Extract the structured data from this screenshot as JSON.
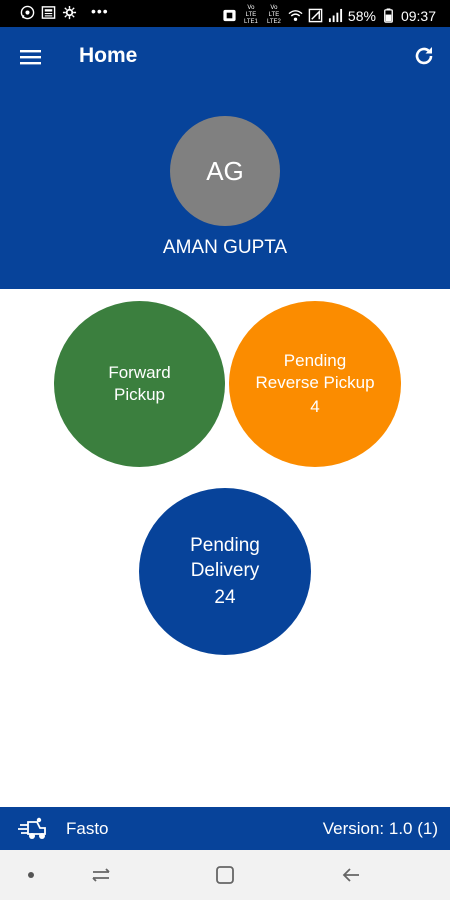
{
  "status_bar": {
    "battery": "58%",
    "time": "09:37",
    "more": "•••",
    "volte1": "Vo LTE LTE1",
    "volte2": "Vo LTE LTE2"
  },
  "app_bar": {
    "title": "Home",
    "avatar_initials": "AG",
    "user_name": "AMAN GUPTA"
  },
  "tiles": {
    "forward_pickup": {
      "line1": "Forward",
      "line2": "Pickup"
    },
    "pending_reverse_pickup": {
      "line1": "Pending",
      "line2": "Reverse Pickup",
      "count": "4"
    },
    "pending_delivery": {
      "line1": "Pending",
      "line2": "Delivery",
      "count": "24"
    }
  },
  "footer": {
    "app_name": "Fasto",
    "version": "Version: 1.0 (1)"
  },
  "colors": {
    "primary": "#07439a",
    "forward_pickup": "#3b7f3e",
    "reverse_pickup": "#fb8c00",
    "avatar": "#808080"
  },
  "icons": {
    "menu": "hamburger-menu-icon",
    "refresh": "refresh-icon",
    "logo": "delivery-scooter-icon"
  }
}
